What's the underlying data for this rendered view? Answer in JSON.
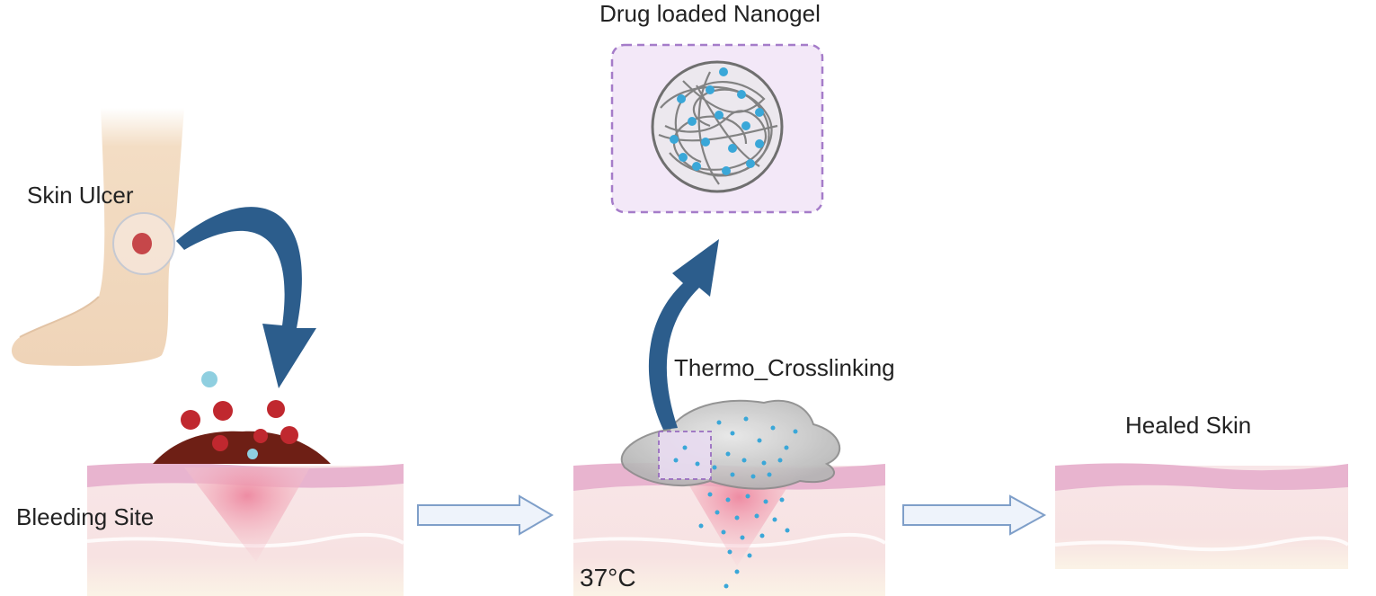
{
  "labels": {
    "drug_loaded_nanogel": "Drug loaded Nanogel",
    "skin_ulcer": "Skin Ulcer",
    "bleeding_site": "Bleeding Site",
    "thermo_crosslinking": "Thermo_Crosslinking",
    "healed_skin": "Healed Skin",
    "temperature": "37°C"
  },
  "colors": {
    "arrow_blue": "#2c5d8c",
    "flow_arrow_stroke": "#7f9fc9",
    "flow_arrow_fill": "#eef3fb",
    "nanogel_box_border": "#a57cc9",
    "nanogel_box_fill": "#f3e8f8",
    "blood_red": "#c0282f",
    "clot_brown": "#6e1f15",
    "drug_dot": "#3aa7d8",
    "skin_pink": "#f7e4e6",
    "skin_top": "#e9b3cf",
    "wound_pink": "#ef98ad"
  }
}
